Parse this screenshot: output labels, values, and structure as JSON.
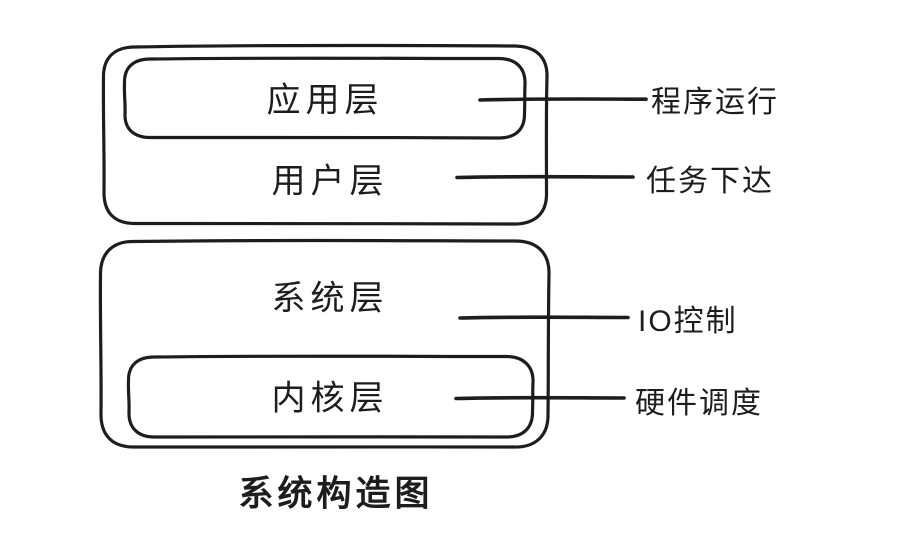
{
  "diagram": {
    "caption": "系统构造图",
    "stroke_color": "#1d1d1d",
    "background_color": "#ffffff",
    "layers": {
      "application": {
        "label": "应用层",
        "annotation": "程序运行"
      },
      "user": {
        "label": "用户层",
        "annotation": "任务下达"
      },
      "system": {
        "label": "系统层",
        "annotation": "IO控制"
      },
      "kernel": {
        "label": "内核层",
        "annotation": "硬件调度"
      }
    }
  }
}
